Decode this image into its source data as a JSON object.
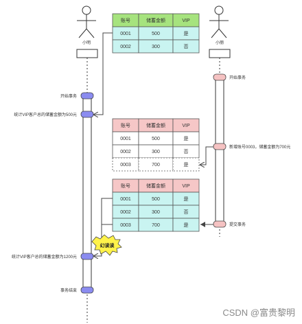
{
  "actors": {
    "left": {
      "name": "小明"
    },
    "right": {
      "name": "小丽"
    }
  },
  "tables": [
    {
      "headers": [
        "账号",
        "储蓄金额",
        "VIP"
      ],
      "rows": [
        [
          "0001",
          "500",
          "是"
        ],
        [
          "0002",
          "300",
          "否"
        ]
      ],
      "colors": {
        "header": "#a6e37e",
        "row": "#c9f4f1"
      }
    },
    {
      "headers": [
        "账号",
        "储蓄金额",
        "VIP"
      ],
      "rows": [
        [
          "0001",
          "500",
          "是"
        ],
        [
          "0002",
          "300",
          "否"
        ],
        [
          "0003",
          "700",
          "是"
        ]
      ],
      "colors": {
        "header": "#f6c7c7",
        "row": "#ffffff"
      }
    },
    {
      "headers": [
        "账号",
        "储蓄金额",
        "VIP"
      ],
      "rows": [
        [
          "0001",
          "500",
          "是"
        ],
        [
          "0002",
          "300",
          "否"
        ],
        [
          "0003",
          "700",
          "是"
        ]
      ],
      "colors": {
        "header": "#f6c7c7",
        "row": "#c9f4f1"
      }
    }
  ],
  "left_events": {
    "begin": "开始事务",
    "query1": "统计VIP客户总的储蓄金额为500元",
    "query2": "统计VIP客户总的储蓄金额为1200元",
    "end": "事务结束",
    "phantom": "幻读读"
  },
  "right_events": {
    "begin": "开始事务",
    "insert": "新增账号0003，储蓄金额为700元",
    "commit": "提交事务"
  },
  "watermark": "CSDN @富贵黎明",
  "colors": {
    "left_marker": "#8b8cf0",
    "right_marker": "#f5c2c2",
    "phantom_fill": "#fff24a"
  }
}
